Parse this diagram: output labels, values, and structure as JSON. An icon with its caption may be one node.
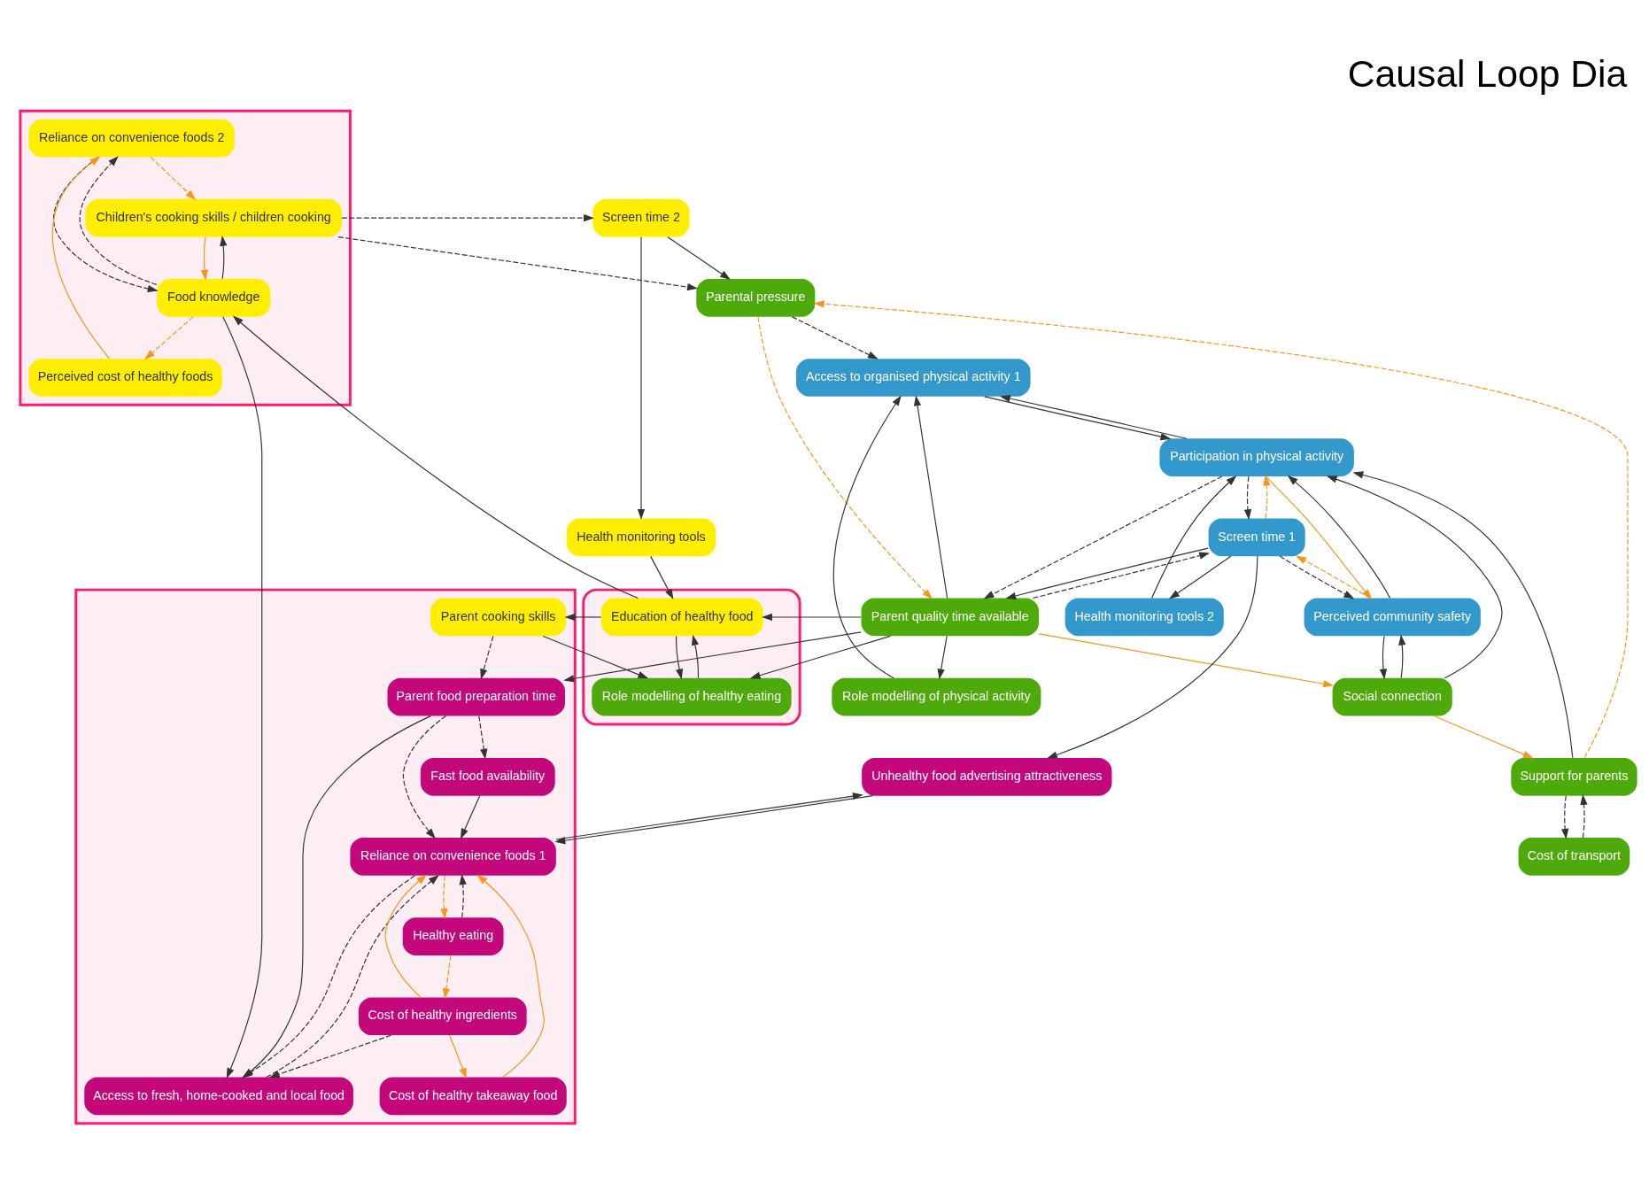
{
  "diagram": {
    "title": "Causal Loop Dia",
    "nodes": [
      {
        "text": [],
        "shape": "polygon"
      },
      {
        "text": [
          "Reliance on convenience foods 2"
        ],
        "in": 0
      },
      {
        "text": [
          "Children's cooking skills / children cooking"
        ],
        "in": 0
      },
      {
        "text": [
          "Perceived cost of healthy foods"
        ],
        "in": 0
      },
      {
        "text": [
          "Food knowledge"
        ],
        "in": 0
      },
      {
        "text": [
          "Support for parents"
        ]
      },
      {
        "text": [
          "Cost of transport"
        ]
      },
      {
        "text": [
          "Parental pressure"
        ]
      },
      {
        "text": [
          "Screen time 2"
        ]
      },
      {
        "text": [
          "Health monitoring tools"
        ]
      },
      {
        "text": [
          "Access to organised physical activity 1"
        ]
      },
      {
        "text": [
          "Participation in physical activity"
        ]
      },
      {
        "text": [
          "Social connection"
        ]
      },
      {
        "text": [
          "Role modelling of physical activity"
        ]
      },
      {
        "text": [
          "Perceived community safety"
        ]
      },
      {
        "text": [
          "Health monitoring tools 2"
        ]
      },
      {
        "text": [
          "Parent quality time available"
        ]
      },
      {
        "text": [],
        "shape": "ellipse"
      },
      {
        "text": [
          "Education of healthy food"
        ],
        "in": 17
      },
      {
        "text": [
          "Role modelling of healthy eating"
        ],
        "in": 17
      },
      {
        "text": [
          "Screen time 1"
        ]
      },
      {
        "text": [],
        "shape": "box"
      },
      {
        "text": [
          "Parent cooking skills"
        ],
        "in": 21
      },
      {
        "text": [
          "Parent food preparation time"
        ],
        "in": 21
      },
      {
        "text": [
          "Fast food availability"
        ],
        "in": 21
      },
      {
        "text": [
          "Unhealthy food advertising attractiveness"
        ]
      },
      {
        "text": [
          "Access to fresh, home-cooked and local food"
        ],
        "in": 21
      },
      {
        "text": [
          "Reliance on convenience foods 1"
        ],
        "in": 21
      },
      {
        "text": [
          "Healthy eating"
        ],
        "in": 21
      },
      {
        "text": [
          "Cost of healthy ingredients"
        ],
        "in": 21
      },
      {
        "text": [
          "Cost of healthy takeaway food"
        ],
        "in": 21
      }
    ],
    "edges": [
      {
        "from": 1,
        "to": 2,
        "arrow": "to",
        "style": "dashed",
        "color": "#f7941d"
      },
      {
        "from": 3,
        "to": 1,
        "arrow": "to",
        "color": "#f7941d"
      },
      {
        "from": 4,
        "to": 3,
        "arrow": "to",
        "style": "dashed",
        "color": "#f7941d"
      },
      {
        "from": 4,
        "to": 1,
        "arrow": "to",
        "style": "dashed"
      },
      {
        "from": 1,
        "to": 4,
        "arrow": "to",
        "style": "dashed"
      },
      {
        "from": 4,
        "to": 2,
        "arrow": "to"
      },
      {
        "from": 4,
        "to": 26,
        "arrow": "to"
      },
      {
        "from": 2,
        "to": 4,
        "arrow": "to",
        "color": "#f7941d"
      },
      {
        "from": 2,
        "to": 8,
        "arrow": "to",
        "style": "dashed"
      },
      {
        "from": 2,
        "to": 7,
        "arrow": "to",
        "style": "dashed"
      },
      {
        "from": 8,
        "to": 7,
        "arrow": "to"
      },
      {
        "from": 8,
        "to": 9,
        "arrow": "to"
      },
      {
        "from": 9,
        "to": 18,
        "arrow": "to"
      },
      {
        "from": 18,
        "to": 4,
        "arrow": "to"
      },
      {
        "from": 5,
        "to": 7,
        "arrow": "to",
        "style": "dashed",
        "color": "#f7941d"
      },
      {
        "from": 6,
        "to": 5,
        "arrow": "to",
        "style": "dashed"
      },
      {
        "from": 5,
        "to": 6,
        "arrow": "to",
        "style": "dashed"
      },
      {
        "from": 5,
        "to": 11,
        "arrow": "to"
      },
      {
        "from": 12,
        "to": 5,
        "arrow": "to",
        "color": "#f7941d"
      },
      {
        "from": 7,
        "to": 10,
        "arrow": "to",
        "style": "dashed"
      },
      {
        "from": 7,
        "to": 16,
        "arrow": "to",
        "style": "dashed",
        "color": "#f7941d"
      },
      {
        "from": 10,
        "to": 11,
        "arrow": "to"
      },
      {
        "from": 11,
        "to": 10,
        "arrow": "to"
      },
      {
        "from": 13,
        "to": 10,
        "arrow": "to"
      },
      {
        "from": 16,
        "to": 13,
        "arrow": "to"
      },
      {
        "from": 16,
        "to": 10,
        "arrow": "to"
      },
      {
        "from": 12,
        "to": 11,
        "arrow": "to"
      },
      {
        "from": 11,
        "to": 14,
        "arrow": "to",
        "color": "#f7941d"
      },
      {
        "from": 14,
        "to": 11,
        "arrow": "to"
      },
      {
        "from": 14,
        "to": 12,
        "arrow": "to"
      },
      {
        "from": 12,
        "to": 14,
        "arrow": "to"
      },
      {
        "from": 16,
        "to": 12,
        "arrow": "to",
        "color": "#f7941d"
      },
      {
        "from": 11,
        "to": 16,
        "arrow": "to",
        "style": "dashed"
      },
      {
        "from": 15,
        "to": 11,
        "arrow": "to"
      },
      {
        "from": 20,
        "to": 11,
        "arrow": "to",
        "style": "dashed",
        "color": "#f7941d"
      },
      {
        "from": 11,
        "to": 20,
        "arrow": "to",
        "style": "dashed"
      },
      {
        "from": 20,
        "to": 14,
        "arrow": "to",
        "style": "dashed"
      },
      {
        "from": 14,
        "to": 20,
        "arrow": "to",
        "style": "dashed",
        "color": "#f7941d"
      },
      {
        "from": 20,
        "to": 15,
        "arrow": "to"
      },
      {
        "from": 20,
        "to": 16,
        "arrow": "to"
      },
      {
        "from": 16,
        "to": 20,
        "arrow": "to",
        "style": "dashed"
      },
      {
        "from": 20,
        "to": 25,
        "arrow": "to"
      },
      {
        "from": 16,
        "to": 18,
        "arrow": "to"
      },
      {
        "from": 16,
        "to": 19,
        "arrow": "to"
      },
      {
        "from": 16,
        "to": 23,
        "arrow": "to"
      },
      {
        "from": 18,
        "to": 19,
        "arrow": "to"
      },
      {
        "from": 19,
        "to": 18,
        "arrow": "to"
      },
      {
        "from": 18,
        "to": 22,
        "arrow": "to"
      },
      {
        "from": 22,
        "to": 19,
        "arrow": "to"
      },
      {
        "from": 22,
        "to": 23,
        "arrow": "to",
        "style": "dashed"
      },
      {
        "from": 23,
        "to": 26,
        "arrow": "to"
      },
      {
        "from": 26,
        "to": 27,
        "arrow": "to",
        "style": "dashed"
      },
      {
        "from": 27,
        "to": 26,
        "arrow": "to",
        "style": "dashed"
      },
      {
        "from": 29,
        "to": 26,
        "arrow": "to",
        "style": "dashed"
      },
      {
        "from": 27,
        "to": 28,
        "arrow": "to",
        "style": "dashed",
        "color": "#f7941d"
      },
      {
        "from": 28,
        "to": 27,
        "arrow": "to",
        "style": "dashed"
      },
      {
        "from": 28,
        "to": 29,
        "arrow": "to",
        "style": "dashed",
        "color": "#f7941d"
      },
      {
        "from": 29,
        "to": 27,
        "arrow": "to",
        "color": "#f7941d"
      },
      {
        "from": 29,
        "to": 30,
        "arrow": "to",
        "color": "#f7941d"
      },
      {
        "from": 30,
        "to": 27,
        "arrow": "to",
        "color": "#f7941d"
      },
      {
        "from": 23,
        "to": 24,
        "arrow": "to",
        "style": "dashed"
      },
      {
        "from": 23,
        "to": 27,
        "arrow": "to",
        "style": "dashed"
      },
      {
        "from": 24,
        "to": 27,
        "arrow": "to"
      },
      {
        "from": 27,
        "to": 25,
        "arrow": "to"
      },
      {
        "from": 25,
        "to": 27,
        "arrow": "to"
      }
    ]
  }
}
